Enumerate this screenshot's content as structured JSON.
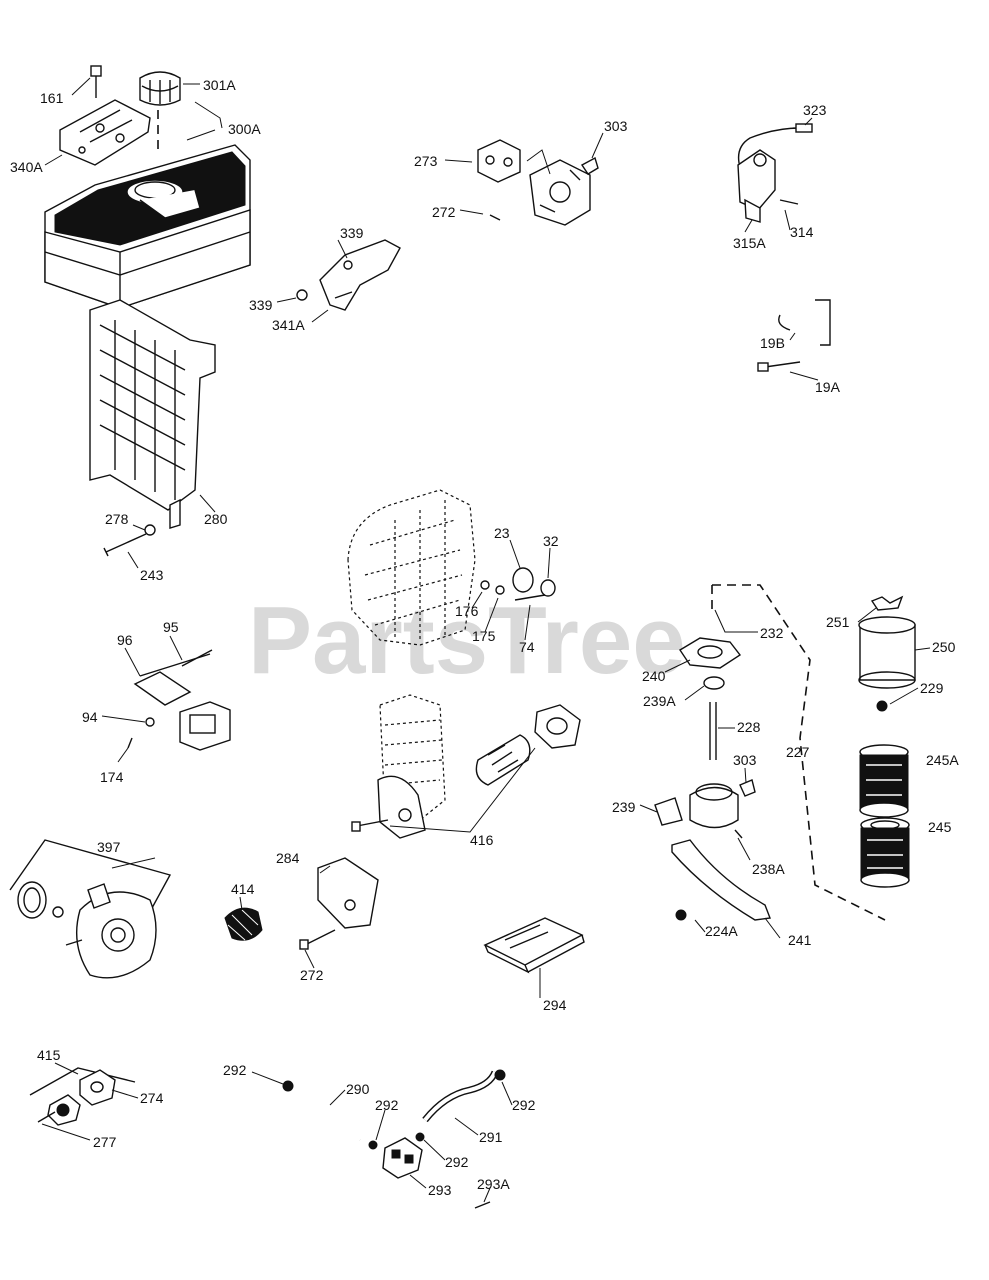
{
  "watermark": {
    "text": "PartsTree",
    "color": "#d9d9d9"
  },
  "labels": {
    "l161": "161",
    "l301A": "301A",
    "l300A": "300A",
    "l340A": "340A",
    "l273": "273",
    "l272a": "272",
    "l303a": "303",
    "l323": "323",
    "l315A": "315A",
    "l314": "314",
    "l339a": "339",
    "l339b": "339",
    "l341A": "341A",
    "l19B": "19B",
    "l19A": "19A",
    "l280": "280",
    "l278": "278",
    "l243": "243",
    "l23": "23",
    "l32": "32",
    "l176": "176",
    "l175": "175",
    "l74": "74",
    "l96": "96",
    "l95": "95",
    "l94": "94",
    "l174": "174",
    "l232": "232",
    "l240": "240",
    "l239A": "239A",
    "l228": "228",
    "l227": "227",
    "l303b": "303",
    "l239": "239",
    "l238A": "238A",
    "l224A": "224A",
    "l241": "241",
    "l251": "251",
    "l250": "250",
    "l229": "229",
    "l245A": "245A",
    "l245": "245",
    "l416": "416",
    "l397": "397",
    "l284": "284",
    "l414": "414",
    "l272b": "272",
    "l294": "294",
    "l415": "415",
    "l274": "274",
    "l277": "277",
    "l292a": "292",
    "l290": "290",
    "l292b": "292",
    "l292c": "292",
    "l291": "291",
    "l292d": "292",
    "l293": "293",
    "l293A": "293A"
  }
}
